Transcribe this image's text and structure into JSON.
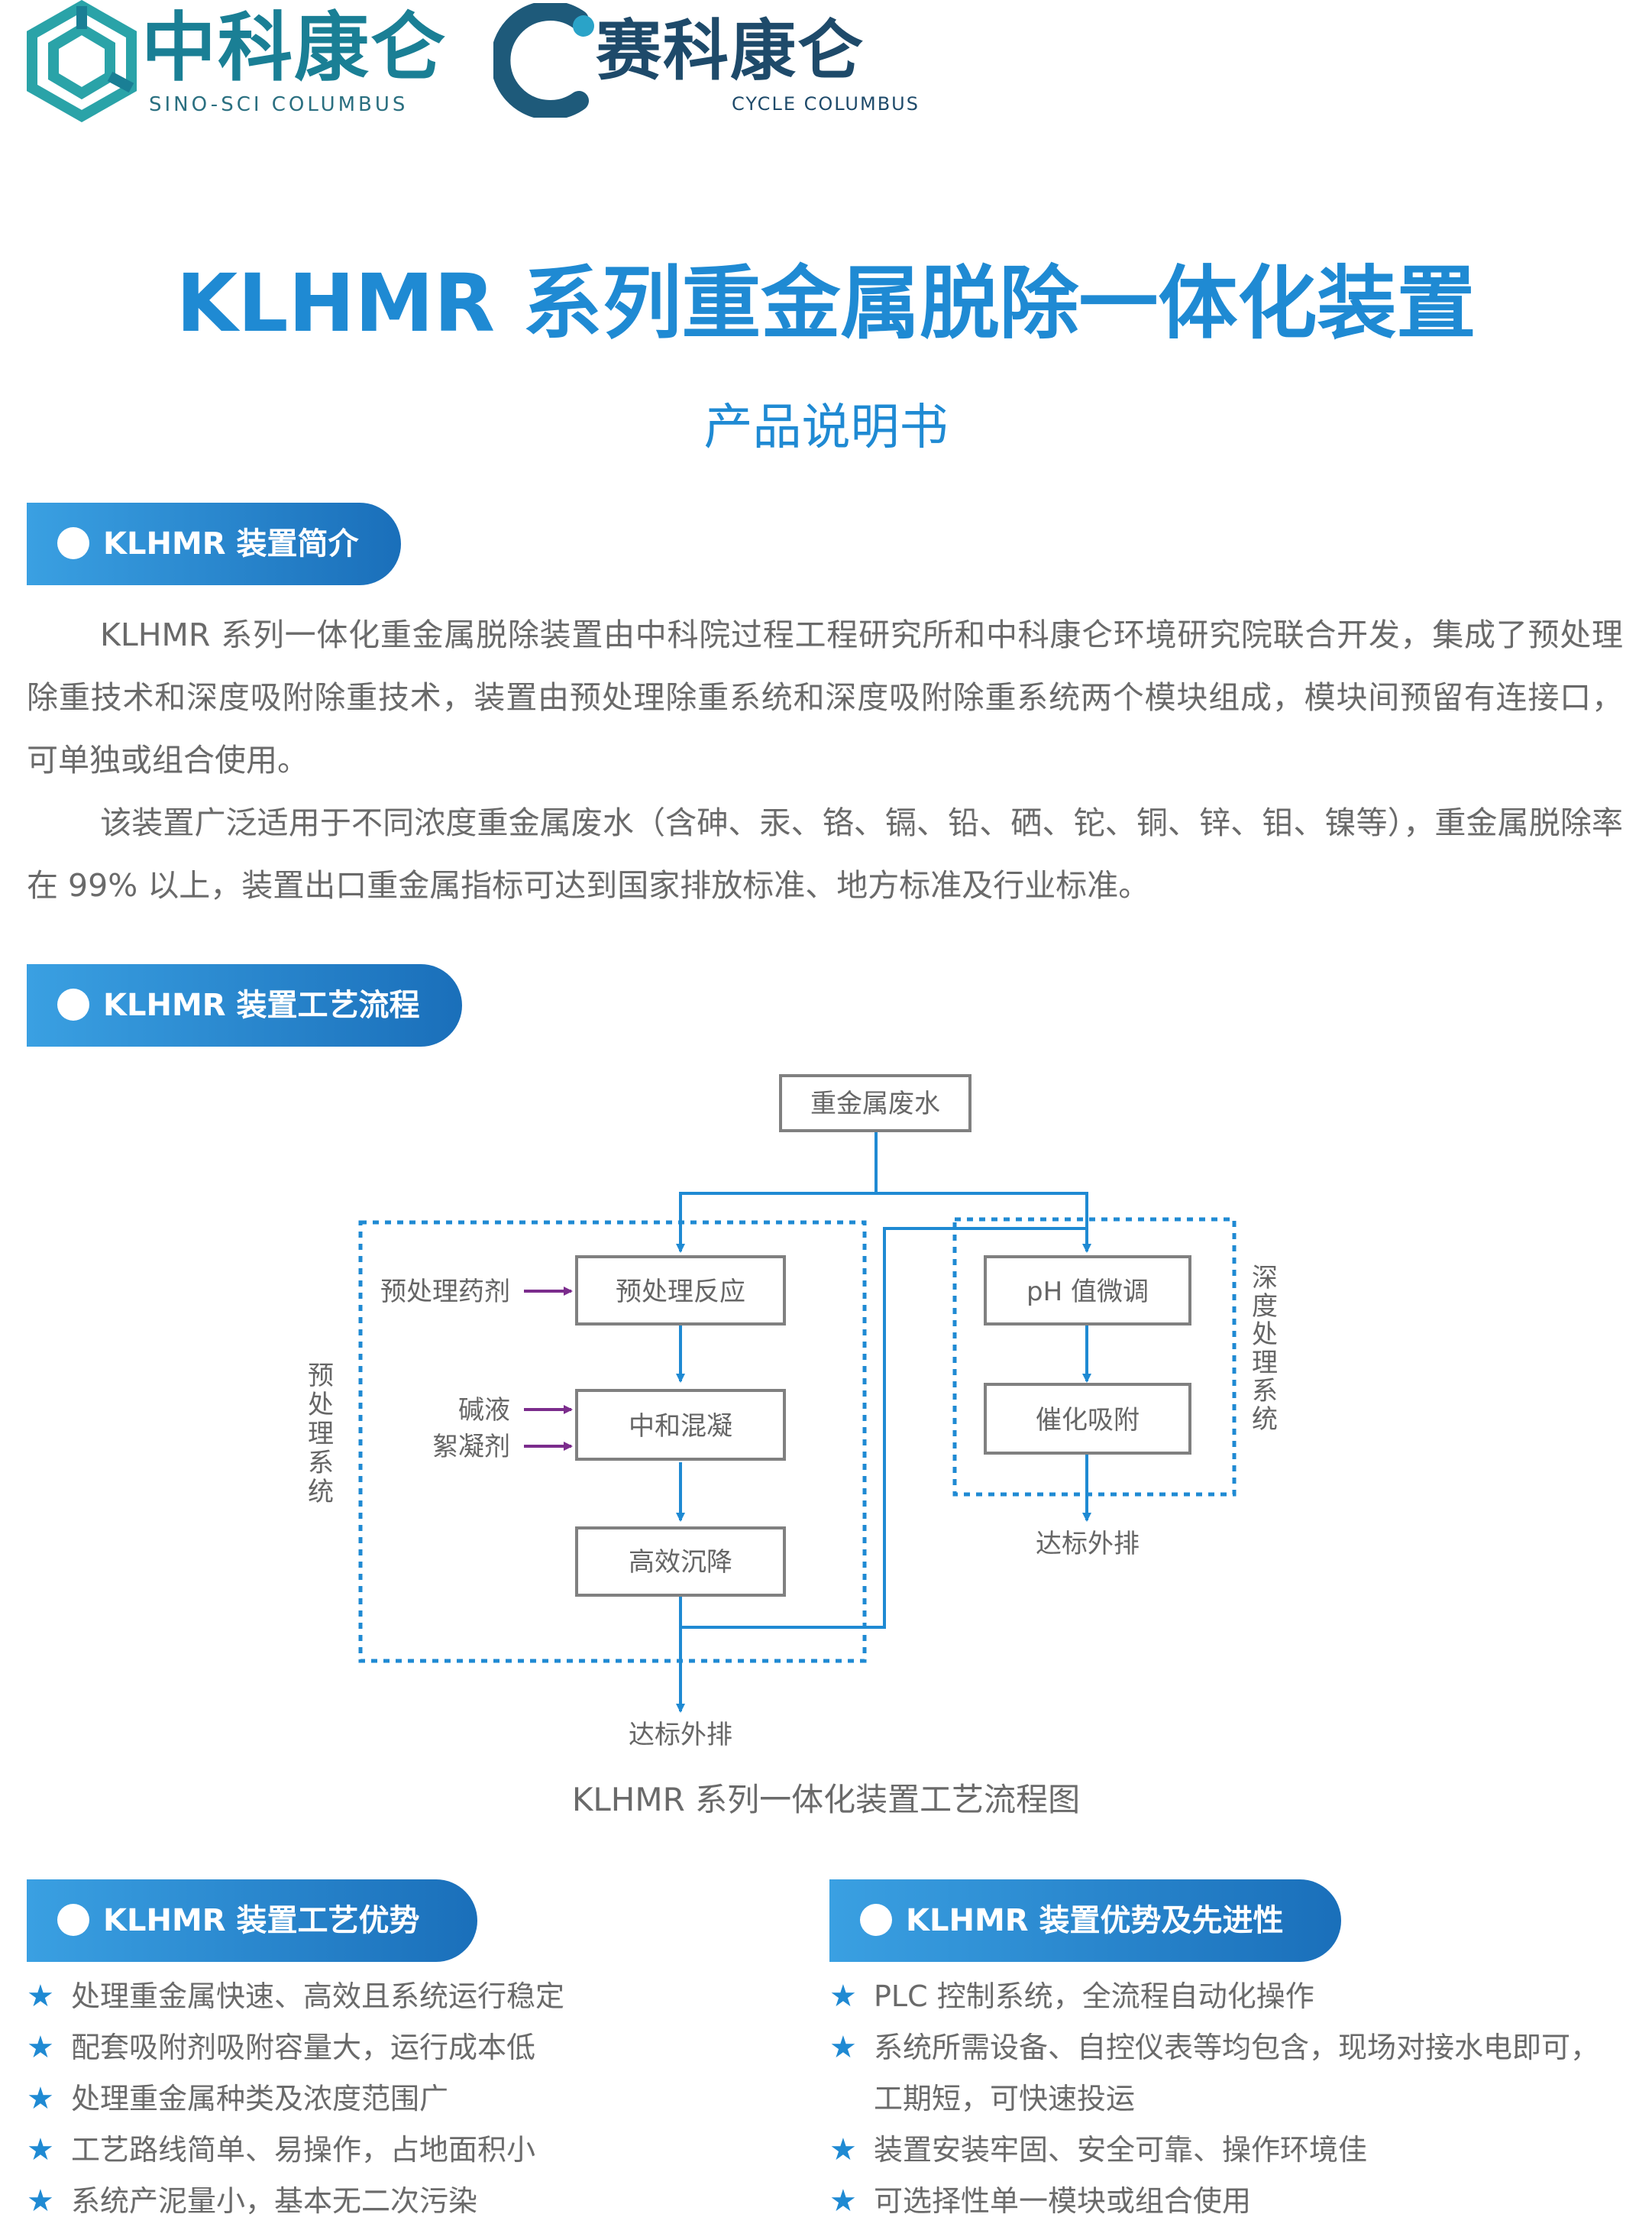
{
  "logos": {
    "left": {
      "name_cn": "中科康仑",
      "name_en": "SINO-SCI COLUMBUS"
    },
    "right": {
      "name_cn": "赛科康仑",
      "name_en": "CYCLE COLUMBUS"
    }
  },
  "title": "KLHMR 系列重金属脱除一体化装置",
  "subtitle": "产品说明书",
  "sections": {
    "intro": {
      "header": "KLHMR 装置简介",
      "paragraphs": [
        "KLHMR 系列一体化重金属脱除装置由中科院过程工程研究所和中科康仑环境研究院联合开发，集成了预处理除重技术和深度吸附除重技术，装置由预处理除重系统和深度吸附除重系统两个模块组成，模块间预留有连接口，可单独或组合使用。",
        "该装置广泛适用于不同浓度重金属废水（含砷、汞、铬、镉、铅、硒、铊、铜、锌、钼、镍等），重金属脱除率在 99% 以上，装置出口重金属指标可达到国家排放标准、地方标准及行业标准。"
      ]
    },
    "process": {
      "header": "KLHMR 装置工艺流程",
      "caption": "KLHMR 系列一体化装置工艺流程图",
      "nodes": {
        "source": "重金属废水",
        "pretreat": "预处理反应",
        "neutralize": "中和混凝",
        "settle": "高效沉降",
        "ph": "pH 值微调",
        "adsorb": "催化吸附"
      },
      "inputs": {
        "pretreat_agent": "预处理药剂",
        "alkali": "碱液",
        "flocculant": "絮凝剂"
      },
      "groups": {
        "left": "预处理系统",
        "right": "深度处理系统"
      },
      "outputs": {
        "left": "达标外排",
        "right": "达标外排"
      }
    },
    "tech_advantages": {
      "header": "KLHMR 装置工艺优势",
      "items": [
        "处理重金属快速、高效且系统运行稳定",
        "配套吸附剂吸附容量大，运行成本低",
        "处理重金属种类及浓度范围广",
        "工艺路线简单、易操作，占地面积小",
        "系统产泥量小，基本无二次污染"
      ]
    },
    "device_advantages": {
      "header": "KLHMR 装置优势及先进性",
      "items": [
        "PLC 控制系统，全流程自动化操作",
        "系统所需设备、自控仪表等均包含，现场对接水电即可，工期短，可快速投运",
        "装置安装牢固、安全可靠、操作环境佳",
        "可选择性单一模块或组合使用"
      ]
    }
  },
  "colors": {
    "accent": "#1f8ad3",
    "flow_line": "#1f8ad3",
    "input_arrow": "#7b2c8c",
    "box_border": "#808080"
  }
}
